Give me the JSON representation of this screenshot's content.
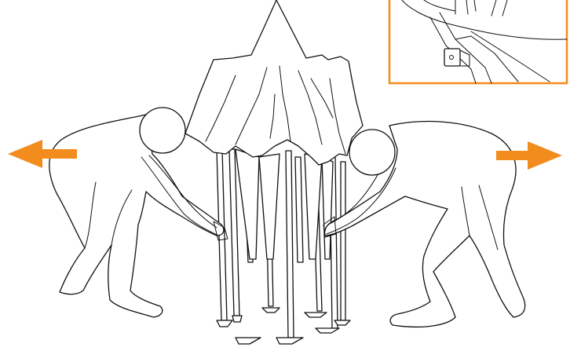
{
  "figure": {
    "description_free": true,
    "inset_present": true,
    "arrows": [
      {
        "direction": "left",
        "icon": "arrow-left-icon"
      },
      {
        "direction": "right",
        "icon": "arrow-right-icon"
      }
    ],
    "people_count": 2
  },
  "colors": {
    "accent": "#f28c1c",
    "line": "#111111",
    "background": "#ffffff"
  }
}
